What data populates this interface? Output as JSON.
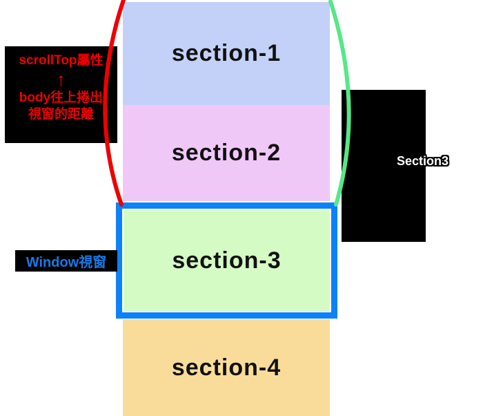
{
  "sections": [
    {
      "label": "section-1",
      "bg": "#c3d1f8"
    },
    {
      "label": "section-2",
      "bg": "#efc8f8"
    },
    {
      "label": "section-3",
      "bg": "#d4fbc4"
    },
    {
      "label": "section-4",
      "bg": "#fadc9a"
    }
  ],
  "scrolltop_label": {
    "property": "scrollTop屬性",
    "arrow": "↑",
    "desc_line1": "body往上捲出",
    "desc_line2": "視窗的距離",
    "color": "#ee0000"
  },
  "window_label": {
    "text": "Window視窗",
    "color": "#1779e8"
  },
  "right_label": {
    "text": "Section3",
    "color": "#ffffff"
  },
  "viewport": {
    "border_color": "#0c82fa"
  },
  "curves": {
    "red": "#ee0000",
    "green": "#55e888"
  }
}
